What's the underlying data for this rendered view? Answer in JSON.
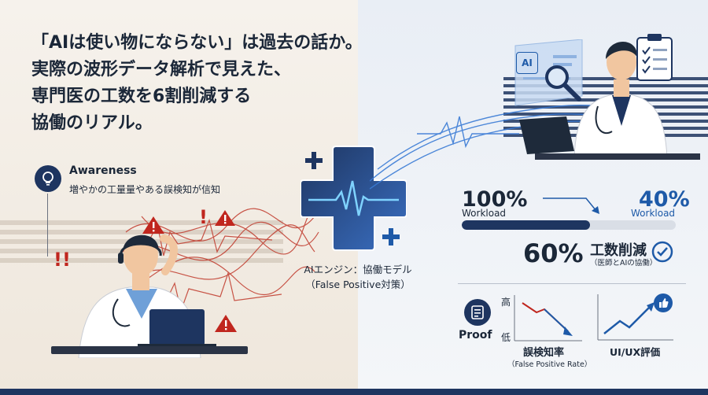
{
  "headline": {
    "line1": "「AIは使い物にならない」は過去の話か。",
    "line2": "実際の波形データ解析で見えた、",
    "line3": "専門医の工数を6割削減する",
    "line4": "協働のリアル。"
  },
  "awareness": {
    "title": "Awareness",
    "subtitle": "増やかの工量量やある誤検知が信知",
    "icon": "lightbulb-icon"
  },
  "engine": {
    "caption_line1": "AIエンジン：協働モデル",
    "caption_line2": "（False Positive対策）"
  },
  "screen": {
    "ai_label": "AI"
  },
  "stats": {
    "before_value": "100%",
    "before_label": "Workload",
    "after_value": "40%",
    "after_label": "Workload",
    "reduction_value": "60%",
    "reduction_title": "工数削減",
    "reduction_sub": "（医師とAIの協働）",
    "progress_fraction": 0.6
  },
  "proof": {
    "label": "Proof",
    "axis_high": "高",
    "axis_low": "低",
    "error_title": "誤検知率",
    "error_sub": "（False Positive Rate）",
    "ux_title": "UI/UX評価"
  },
  "colors": {
    "navy": "#1e3560",
    "accent_blue": "#1e5aa8",
    "alert_red": "#c0261e",
    "text_dark": "#1b2738"
  }
}
